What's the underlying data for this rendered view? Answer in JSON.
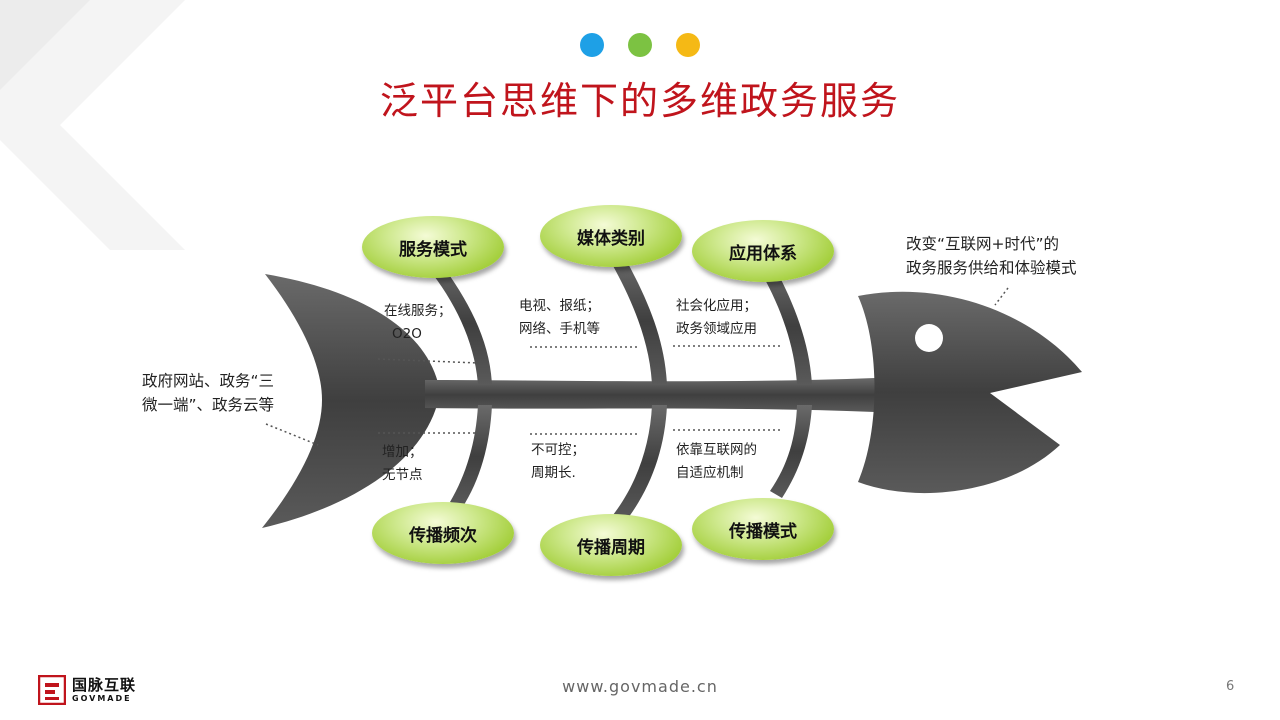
{
  "title": "泛平台思维下的多维政务服务",
  "dots": [
    {
      "name": "blue-dot",
      "color": "#1ea0e6"
    },
    {
      "name": "green-dot",
      "color": "#7cc242"
    },
    {
      "name": "yellow-dot",
      "color": "#f5b915"
    }
  ],
  "ovals_top": [
    "服务模式",
    "媒体类别",
    "应用体系"
  ],
  "ovals_bottom": [
    "传播频次",
    "传播周期",
    "传播模式"
  ],
  "notes": {
    "top_1": [
      "在线服务；",
      "O2O"
    ],
    "top_2": [
      "电视、报纸；",
      "网络、手机等"
    ],
    "top_3": [
      "社会化应用；",
      "政务领域应用"
    ],
    "bottom_1": [
      "增加；",
      "无节点"
    ],
    "bottom_2": [
      "不可控；",
      "周期长."
    ],
    "bottom_3": [
      "依靠互联网的",
      "自适应机制"
    ]
  },
  "head_label": [
    "改变“互联网+时代”的",
    "政务服务供给和体验模式"
  ],
  "tail_label": [
    "政府网站、政务“三",
    "微一端”、政务云等"
  ],
  "footer": {
    "url": "www.govmade.cn",
    "page": "6",
    "logo_cn": "国脉互联",
    "logo_en": "GOVMADE"
  },
  "colors": {
    "title": "#c0141c",
    "fish": "#4d4d4d",
    "oval_green": "#a4cf3c"
  }
}
